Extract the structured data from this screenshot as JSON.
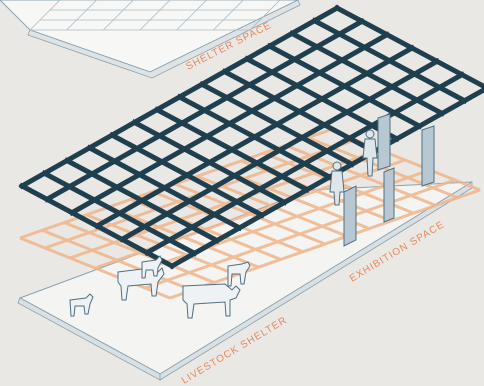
{
  "labels": {
    "shelter_space": "SHELTER SPACE",
    "exhibition_space": "EXHIBITION SPACE",
    "livestock_shelter": "LIVESTOCK SHELTER"
  },
  "colors": {
    "background": "#e9e8e5",
    "roof_grid": "#1f3f4f",
    "timber_grid": "#f0b58a",
    "label_text": "#e8875a",
    "outline": "#7b98a8"
  },
  "icons": {
    "figures": [
      "person-icon",
      "person-icon",
      "cow-icon",
      "cow-icon",
      "goat-icon",
      "goat-icon",
      "goat-icon",
      "screen-panel-icon"
    ]
  }
}
